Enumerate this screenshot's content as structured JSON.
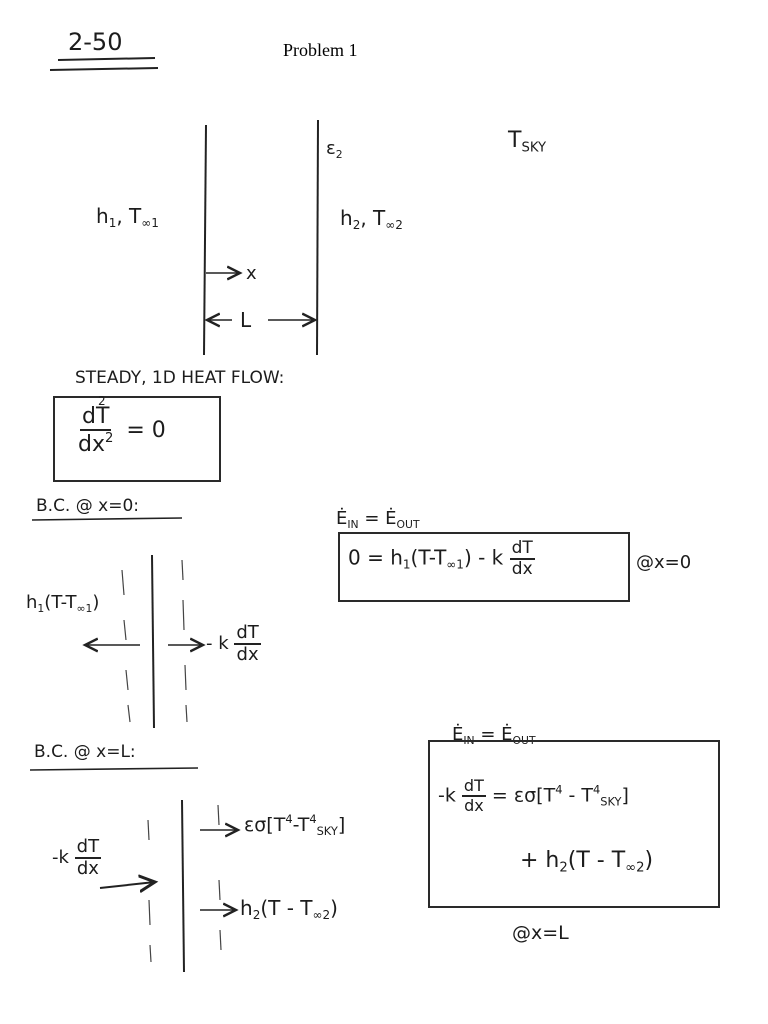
{
  "header": {
    "problem_number": "2-50",
    "title": "Problem 1"
  },
  "diagram": {
    "emissivity": "ε",
    "emissivity_sub": "2",
    "t_sky": "T",
    "t_sky_sub": "SKY",
    "left_h": "h",
    "left_h_sub": "1",
    "left_sep": ", T",
    "left_t_sub": "∞1",
    "right_h": "h",
    "right_h_sub": "2",
    "right_sep": ", T",
    "right_t_sub": "∞2",
    "x_label": "x",
    "l_label": "L"
  },
  "governing": {
    "heading": "STEADY, 1D HEAT FLOW:",
    "num": "dT",
    "num_sup": "2",
    "den": "dx",
    "den_sup": "2",
    "rhs": "= 0"
  },
  "bc0": {
    "heading": "B.C. @ x=0:",
    "energy": "Ė",
    "energy_in_sub": "IN",
    "energy_eq": " = Ė",
    "energy_out_sub": "OUT",
    "eq_lhs": "0 = h",
    "eq_h_sub": "1",
    "eq_paren": "(T-T",
    "eq_t_sub": "∞1",
    "eq_close": ") - k",
    "num": "dT",
    "den": "dx",
    "at": "@x=0",
    "flux_left": "h",
    "flux_left_sub": "1",
    "flux_left_paren": "(T-T",
    "flux_left_t_sub": "∞1",
    "flux_left_close": ")",
    "flux_right": "- k"
  },
  "bcl": {
    "heading": "B.C. @ x=L:",
    "energy": "Ė",
    "energy_in_sub": "IN",
    "energy_eq": " = Ė",
    "energy_out_sub": "OUT",
    "eq_lhs": "-k",
    "num": "dT",
    "den": "dx",
    "eq_mid": "= εσ[T",
    "eq_sup4": "4",
    "eq_minus": " - T",
    "eq_sky_sup": "4",
    "eq_sky_sub": "SKY",
    "eq_close": "]",
    "eq_line2": "+ h",
    "eq_line2_sub": "2",
    "eq_line2_paren": "(T - T",
    "eq_line2_t_sub": "∞2",
    "eq_line2_close": ")",
    "at": "@x=L",
    "flux_left": "-k",
    "flux_rad": "εσ[T",
    "flux_rad_sup": "4",
    "flux_rad_minus": "-T",
    "flux_rad_sky_sup": "4",
    "flux_rad_sky_sub": "SKY",
    "flux_rad_close": "]",
    "flux_conv": "h",
    "flux_conv_sub": "2",
    "flux_conv_paren": "(T - T",
    "flux_conv_t_sub": "∞2",
    "flux_conv_close": ")"
  }
}
